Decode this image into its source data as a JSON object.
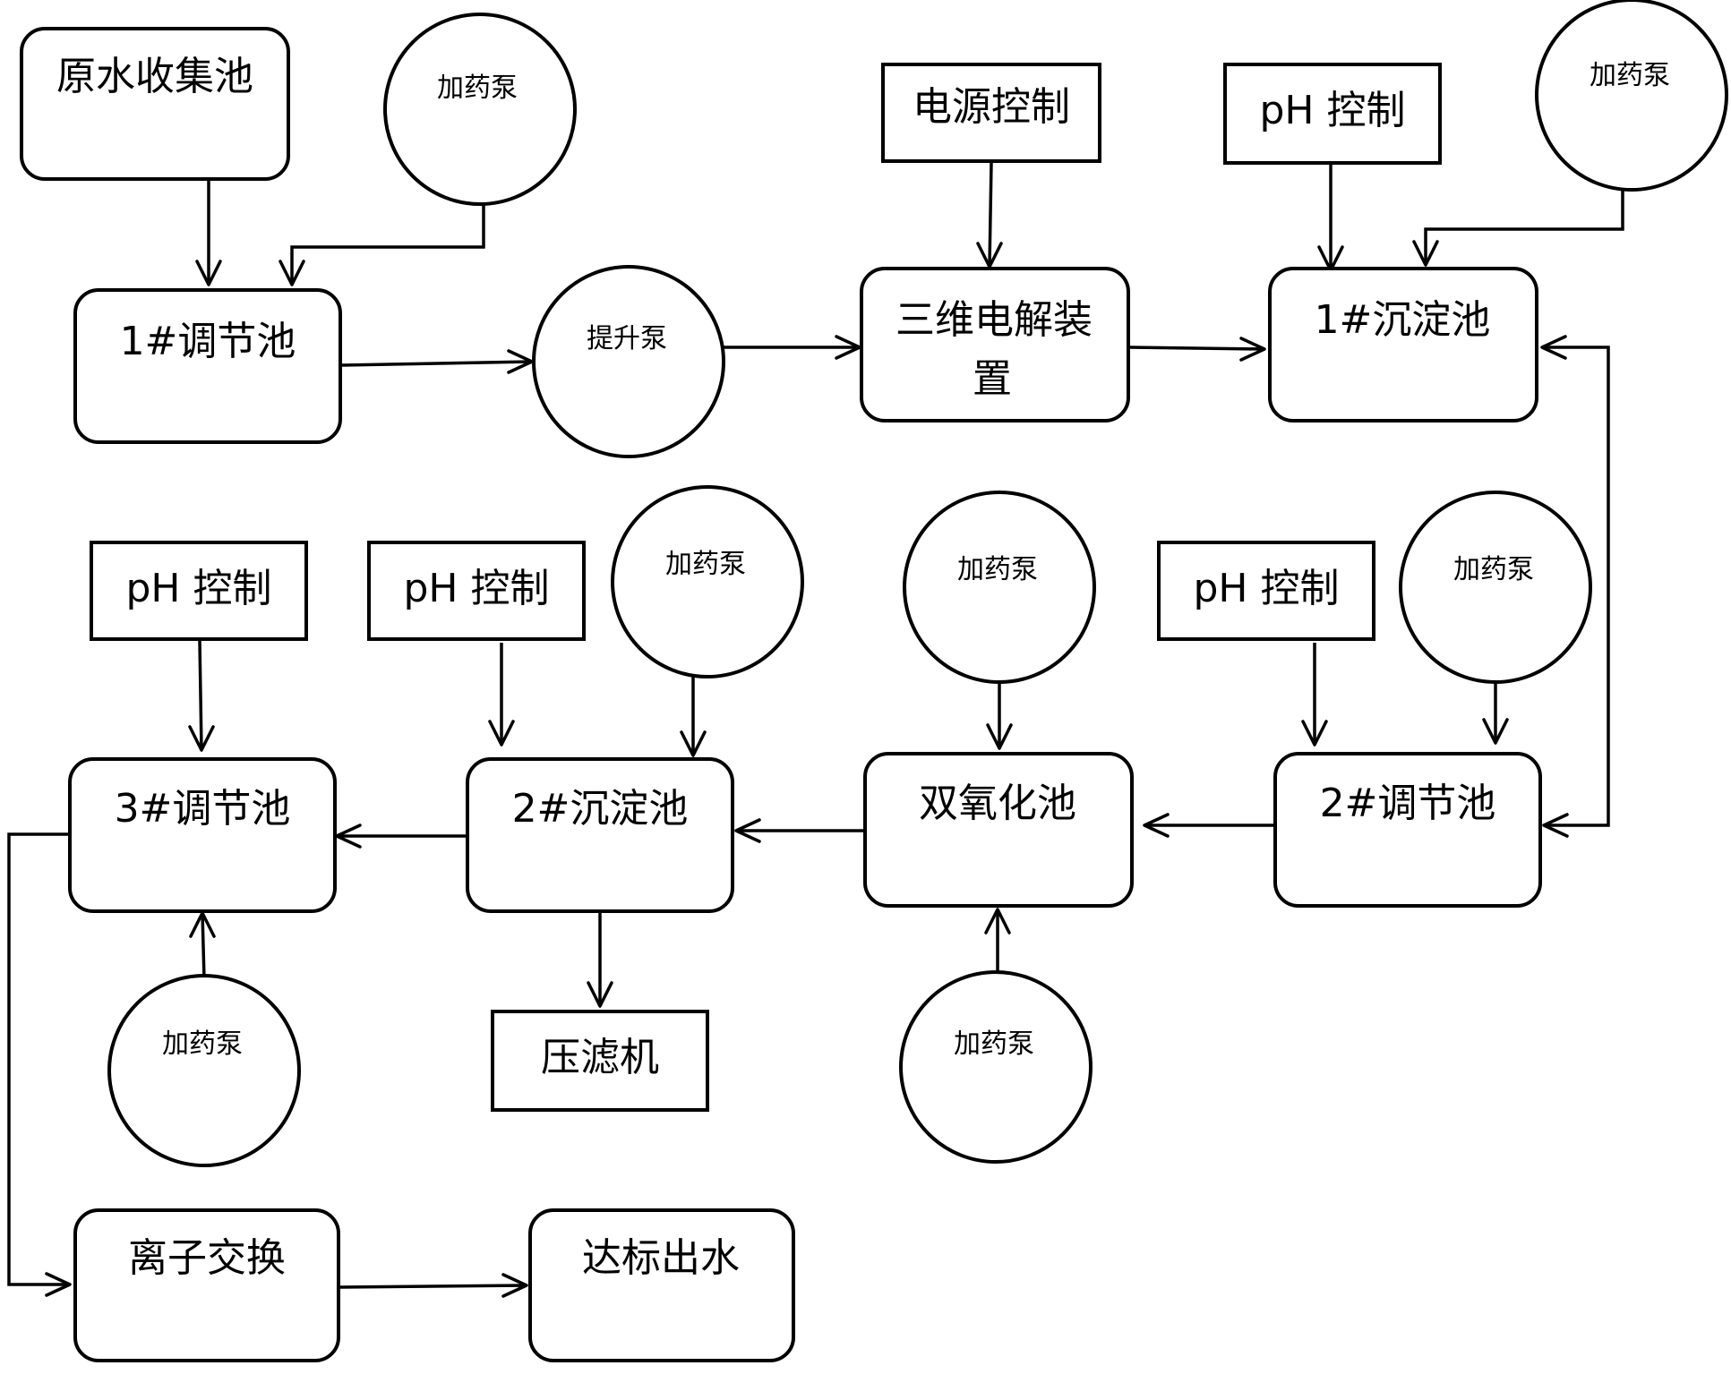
{
  "nodes": {
    "raw_tank": "原水收集池",
    "pump_dose_1": "加药泵",
    "adj_tank_1": "1#调节池",
    "lift_pump": "提升泵",
    "power_ctrl": "电源控制",
    "electrolysis_a": "三维电解装",
    "electrolysis_b": "置",
    "ph_ctrl_1": "pH 控制",
    "pump_dose_2": "加药泵",
    "sed_tank_1": "1#沉淀池",
    "ph_ctrl_2": "pH 控制",
    "ph_ctrl_3": "pH 控制",
    "pump_dose_3": "加药泵",
    "pump_dose_4": "加药泵",
    "ph_ctrl_4": "pH 控制",
    "pump_dose_5": "加药泵",
    "adj_tank_3": "3#调节池",
    "sed_tank_2": "2#沉淀池",
    "oxidation_tank": "双氧化池",
    "adj_tank_2": "2#调节池",
    "pump_dose_6": "加药泵",
    "filter_press": "压滤机",
    "pump_dose_7": "加药泵",
    "ion_exchange": "离子交换",
    "effluent": "达标出水"
  }
}
